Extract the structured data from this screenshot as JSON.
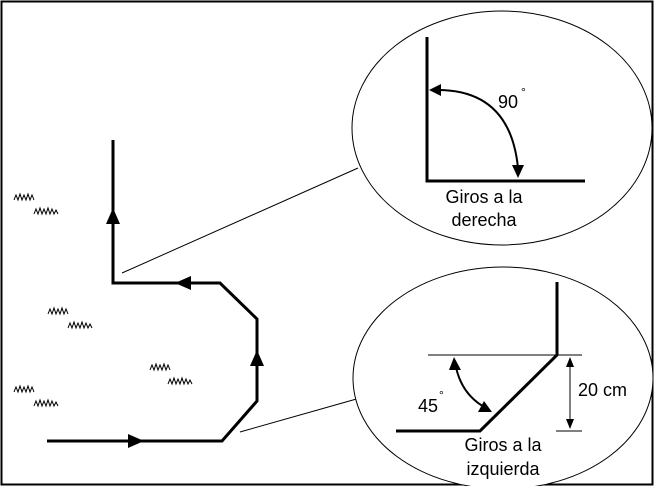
{
  "right_turn": {
    "angle": "90",
    "degree_mark": "°",
    "caption_line1": "Giros a la",
    "caption_line2": "derecha"
  },
  "left_turn": {
    "angle": "45",
    "degree_mark": "°",
    "distance": "20 cm",
    "caption_line1": "Giros a la",
    "caption_line2": "izquierda"
  },
  "colors": {
    "line": "#000000",
    "background": "#ffffff"
  },
  "icons": [
    "grass-tuft-icon",
    "arrow-head-icon"
  ]
}
